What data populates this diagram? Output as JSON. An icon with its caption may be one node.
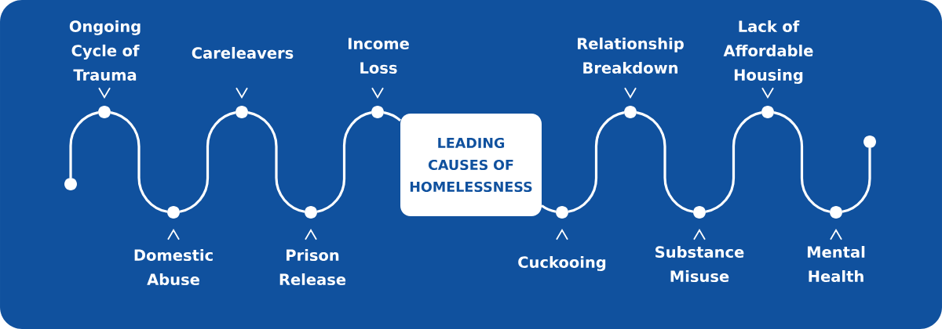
{
  "diagram": {
    "nodes": [
      {
        "text": [],
        "shape": "circle"
      },
      {
        "text": [
          "Ongoing Cycle of Trauma"
        ]
      },
      {
        "text": [],
        "shape": "circle"
      },
      {
        "text": [
          "Domestic Abuse"
        ]
      },
      {
        "text": [],
        "shape": "circle"
      },
      {
        "text": [
          "Careleavers"
        ]
      },
      {
        "text": [],
        "shape": "circle"
      },
      {
        "text": [
          "Prison Release"
        ]
      },
      {
        "text": [],
        "shape": "circle"
      },
      {
        "text": [
          "Income Loss"
        ]
      },
      {
        "text": [],
        "shape": "circle"
      },
      {
        "text": [
          "LEADING CAUSES OF HOMELESSNESS"
        ]
      },
      {
        "text": [
          "Cuckooing"
        ]
      },
      {
        "text": [],
        "shape": "circle"
      },
      {
        "text": [
          "Relationship Breakdown"
        ]
      },
      {
        "text": [],
        "shape": "circle"
      },
      {
        "text": [
          "Substance Misuse"
        ]
      },
      {
        "text": [],
        "shape": "circle"
      },
      {
        "text": [
          "Lack of Affordable Housing"
        ]
      },
      {
        "text": [],
        "shape": "circle"
      },
      {
        "text": [
          "Mental Health"
        ]
      },
      {
        "text": [],
        "shape": "circle"
      },
      {
        "text": [],
        "shape": "circle"
      }
    ],
    "edges": [
      {
        "from": 0,
        "to": 2,
        "arrow": "none"
      },
      {
        "from": 2,
        "to": 4,
        "arrow": "none"
      },
      {
        "from": 4,
        "to": 6,
        "arrow": "none"
      },
      {
        "from": 6,
        "to": 8,
        "arrow": "none"
      },
      {
        "from": 8,
        "to": 10,
        "arrow": "none"
      },
      {
        "from": 10,
        "to": 11,
        "arrow": "none"
      },
      {
        "from": 11,
        "to": 13,
        "arrow": "none"
      },
      {
        "from": 13,
        "to": 15,
        "arrow": "none"
      },
      {
        "from": 15,
        "to": 17,
        "arrow": "none"
      },
      {
        "from": 17,
        "to": 19,
        "arrow": "none"
      },
      {
        "from": 19,
        "to": 21,
        "arrow": "none"
      },
      {
        "from": 21,
        "to": 22,
        "arrow": "none"
      },
      {
        "from": 1,
        "to": 2,
        "arrow": "to"
      },
      {
        "from": 3,
        "to": 4,
        "arrow": "to"
      },
      {
        "from": 5,
        "to": 6,
        "arrow": "to"
      },
      {
        "from": 7,
        "to": 8,
        "arrow": "to"
      },
      {
        "from": 9,
        "to": 10,
        "arrow": "to"
      },
      {
        "from": 12,
        "to": 13,
        "arrow": "to"
      },
      {
        "from": 14,
        "to": 15,
        "arrow": "to"
      },
      {
        "from": 16,
        "to": 17,
        "arrow": "to"
      },
      {
        "from": 18,
        "to": 19,
        "arrow": "to"
      },
      {
        "from": 20,
        "to": 21,
        "arrow": "to"
      }
    ]
  }
}
